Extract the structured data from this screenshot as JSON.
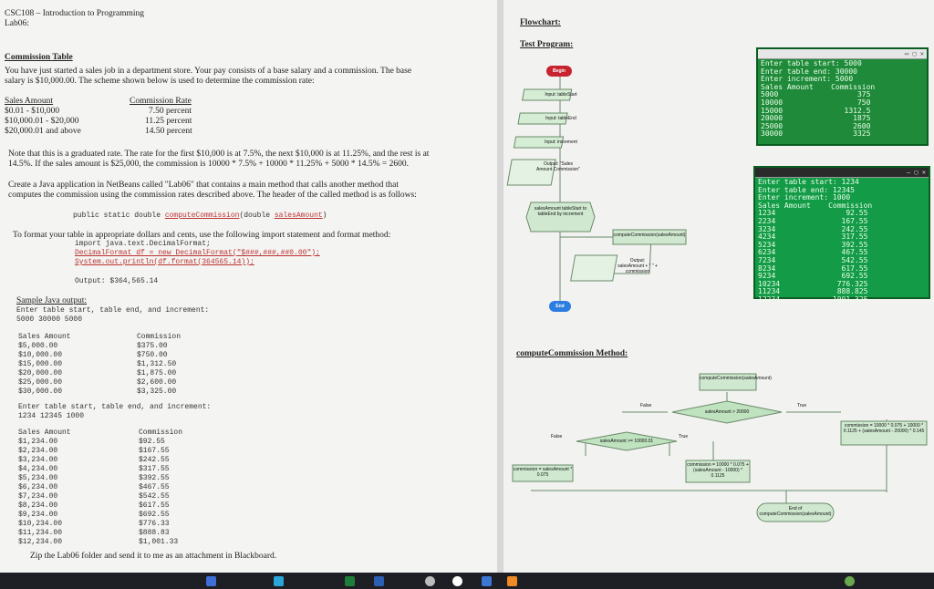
{
  "header": {
    "course": "CSC108 – Introduction to Programming",
    "lab": "Lab06:"
  },
  "section_title": "Commission Table",
  "intro": [
    "You have just started a sales job in a department store.  Your pay consists of a base salary and a commission.  The base",
    "salary is $10,000.00.  The scheme shown below is used to determine the commission rate:"
  ],
  "rate_table": {
    "headers": [
      "Sales Amount",
      "Commission Rate"
    ],
    "rows": [
      [
        "$0.01 - $10,000",
        "7.50 percent"
      ],
      [
        "$10,000.01 - $20,000",
        "11.25 percent"
      ],
      [
        "$20,000.01 and above",
        "14.50 percent"
      ]
    ]
  },
  "note": [
    "Note that this is a graduated rate. The rate for the first $10,000 is at 7.5%, the next $10,000 is at 11.25%, and the rest is at",
    "14.5%.  If the sales amount is $25,000, the commission is 10000 * 7.5% + 10000 * 11.25% + 5000 * 14.5% = 2600."
  ],
  "create": [
    "Create a Java application in NetBeans called \"Lab06\" that contains a main method that calls another method that",
    "computes the commission using the commission rates described above.  The header of the called method is as follows:"
  ],
  "method_header": {
    "prefix": "public static double ",
    "name": "computeCommission",
    "suffix": "(double ",
    "param": "salesAmount",
    "end": ")"
  },
  "format_text": "To format your table in appropriate dollars and cents, use the following import statement and format method:",
  "code": {
    "line1": "import java.text.DecimalFormat;",
    "line2": "DecimalFormat df = new DecimalFormat(\"$###,###,##0.00\");",
    "line3": "System.out.println(df.format(364565.14));"
  },
  "output_line": "Output:   $364,565.14",
  "sample_title": "Sample Java output:",
  "sample1": {
    "prompt": "Enter table start, table end, and increment:",
    "input": "5000 30000 5000",
    "headers": [
      "Sales Amount",
      "Commission"
    ],
    "sales": [
      "$5,000.00",
      "$10,000.00",
      "$15,000.00",
      "$20,000.00",
      "$25,000.00",
      "$30,000.00"
    ],
    "comm": [
      "$375.00",
      "$750.00",
      "$1,312.50",
      "$1,875.00",
      "$2,600.00",
      "$3,325.00"
    ]
  },
  "sample2": {
    "prompt": "Enter table start, table end, and increment:",
    "input": "1234 12345 1000",
    "headers": [
      "Sales Amount",
      "Commission"
    ],
    "sales": [
      "$1,234.00",
      "$2,234.00",
      "$3,234.00",
      "$4,234.00",
      "$5,234.00",
      "$6,234.00",
      "$7,234.00",
      "$8,234.00",
      "$9,234.00",
      "$10,234.00",
      "$11,234.00",
      "$12,234.00"
    ],
    "comm": [
      "$92.55",
      "$167.55",
      "$242.55",
      "$317.55",
      "$392.55",
      "$467.55",
      "$542.55",
      "$617.55",
      "$692.55",
      "$776.33",
      "$888.83",
      "$1,001.33"
    ]
  },
  "footer": "Zip the Lab06 folder and send it to me as an attachment in Blackboard.",
  "right": {
    "flowchart_title": "Flowchart:",
    "test_program_title": "Test Program:",
    "method_title": "computeCommission Method:",
    "flow": {
      "begin": "Begin",
      "input1": "Input: tableStart",
      "input2": "Input: tableEnd",
      "input3": "Input: increment",
      "output": "Output: \"Sales Amount Commission\"",
      "loop": "salesAmount tableStart to tableEnd by increment",
      "call": "computeCommission(salesAmount)",
      "output2": "Output: salesAmount + \" \" + commission",
      "end": "End",
      "m_call": "computeCommission(salesAmount)",
      "d1": "salesAmount > 20000",
      "d2": "salesAmount >= 10000.01",
      "p1": "commission = 10000 * 0.075 + 10000 * 0.1125 + (salesAmount - 20000) * 0.145",
      "p2": "commission = 10000 * 0.075 + (salesAmount - 10000) * 0.1125",
      "p3": "commission = salesAmount * 0.075",
      "m_end": "End of computeCommission(salesAmount)",
      "true": "True",
      "false": "False"
    }
  },
  "console1": "Enter table start: 5000\nEnter table end: 30000\nEnter increment: 5000\nSales Amount    Commission\n5000                  375\n10000                 750\n15000              1312.5\n20000                1875\n25000                2600\n30000                3325",
  "console2": "Enter table start: 1234\nEnter table end: 12345\nEnter increment: 1000\nSales Amount    Commission\n1234                92.55\n2234               167.55\n3234               242.55\n4234               317.55\n5234               392.55\n6234               467.55\n7234               542.55\n8234               617.55\n9234               692.55\n10234             776.325\n11234             888.825\n12234            1001.325",
  "colors": {
    "console_bg": "#1f8a3a",
    "taskbar": "#1d1f24",
    "paper": "#f4f4f2"
  }
}
